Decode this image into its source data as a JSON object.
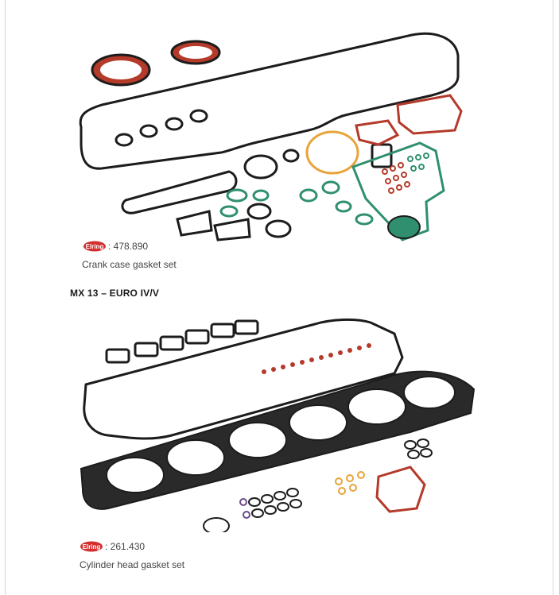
{
  "products": [
    {
      "logo_text": "Elring",
      "code": ": 478.890",
      "description": "Crank case gasket set"
    },
    {
      "logo_text": "Elring",
      "code": ": 261.430",
      "description": "Cylinder head gasket set"
    }
  ],
  "section_heading": "MX 13 – EURO IV/V",
  "colors": {
    "gasket_black": "#1c1c1c",
    "gasket_red": "#b43a2a",
    "gasket_green": "#2f8f6e",
    "gasket_orange": "#e8a33a",
    "brand_red": "#d32f2f"
  }
}
